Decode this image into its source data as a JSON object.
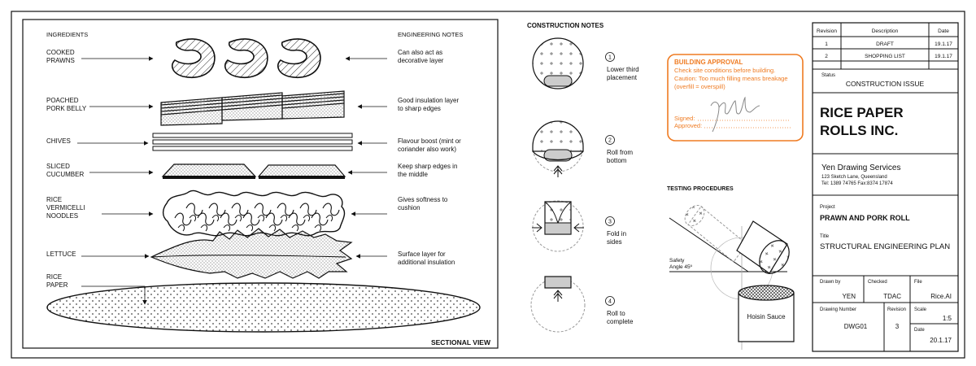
{
  "section_view": {
    "ingredients_header": "INGREDIENTS",
    "notes_header": "ENGINEERING NOTES",
    "caption": "SECTIONAL VIEW",
    "layers": [
      {
        "name": [
          "COOKED",
          "PRAWNS"
        ],
        "note": [
          "Can also act as",
          "decorative layer"
        ]
      },
      {
        "name": [
          "POACHED",
          "PORK BELLY"
        ],
        "note": [
          "Good insulation layer",
          "to sharp edges"
        ]
      },
      {
        "name": [
          "CHIVES"
        ],
        "note": [
          "Flavour boost (mint or",
          "coriander also work)"
        ]
      },
      {
        "name": [
          "SLICED",
          "CUCUMBER"
        ],
        "note": [
          "Keep sharp edges in",
          "the middle"
        ]
      },
      {
        "name": [
          "RICE",
          "VERMICELLI",
          "NOODLES"
        ],
        "note": [
          "Gives softness to",
          "cushion"
        ]
      },
      {
        "name": [
          "LETTUCE"
        ],
        "note": [
          "Surface layer for",
          "additional insulation"
        ]
      },
      {
        "name": [
          "RICE",
          "PAPER"
        ],
        "note": []
      }
    ]
  },
  "construction": {
    "title": "CONSTRUCTION NOTES",
    "steps": [
      {
        "num": "1",
        "text": [
          "Lower third",
          "placement"
        ]
      },
      {
        "num": "2",
        "text": [
          "Roll from",
          "bottom"
        ]
      },
      {
        "num": "3",
        "text": [
          "Fold in",
          "sides"
        ]
      },
      {
        "num": "4",
        "text": [
          "Roll to",
          "complete"
        ]
      }
    ]
  },
  "approval": {
    "title": "BUILDING APPROVAL",
    "lines": [
      "Check site conditions before building.",
      "Caution: Too much filling means breakage",
      "(overfill = overspill)"
    ],
    "signed_label": "Signed:",
    "approved_label": "Approved:",
    "color": "#ef7b22"
  },
  "testing": {
    "title": "TESTING PROCEDURES",
    "safety_label": [
      "Safety",
      "Angle 45º"
    ],
    "sauce_label": "Hoisin Sauce"
  },
  "title_block": {
    "revision_headers": [
      "Revision",
      "Description",
      "Date"
    ],
    "revisions": [
      {
        "rev": "1",
        "desc": "DRAFT",
        "date": "19.1.17"
      },
      {
        "rev": "2",
        "desc": "SHOPPING LIST",
        "date": "19.1.17"
      }
    ],
    "status_label": "Status",
    "status_value": "CONSTRUCTION ISSUE",
    "company": [
      "RICE PAPER",
      "ROLLS INC."
    ],
    "drafter_name": "Yen Drawing Services",
    "drafter_address": "123 Sketch Lane, Queensland",
    "drafter_contact": "Tel: 1389 74765 Fax:8374 17874",
    "project_label": "Project",
    "project_value": "PRAWN AND PORK ROLL",
    "title_label": "Title",
    "title_value": "STRUCTURAL ENGINEERING PLAN",
    "drawn_by_label": "Drawn by",
    "drawn_by_value": "YEN",
    "checked_label": "Checked",
    "checked_value": "TDAC",
    "file_label": "File",
    "file_value": "Rice.AI",
    "drawing_number_label": "Drawing Number",
    "drawing_number_value": "DWG01",
    "revision_label": "Revision",
    "revision_value": "3",
    "scale_label": "Scale",
    "scale_value": "1:5",
    "date_label": "Date",
    "date_value": "20.1.17"
  }
}
